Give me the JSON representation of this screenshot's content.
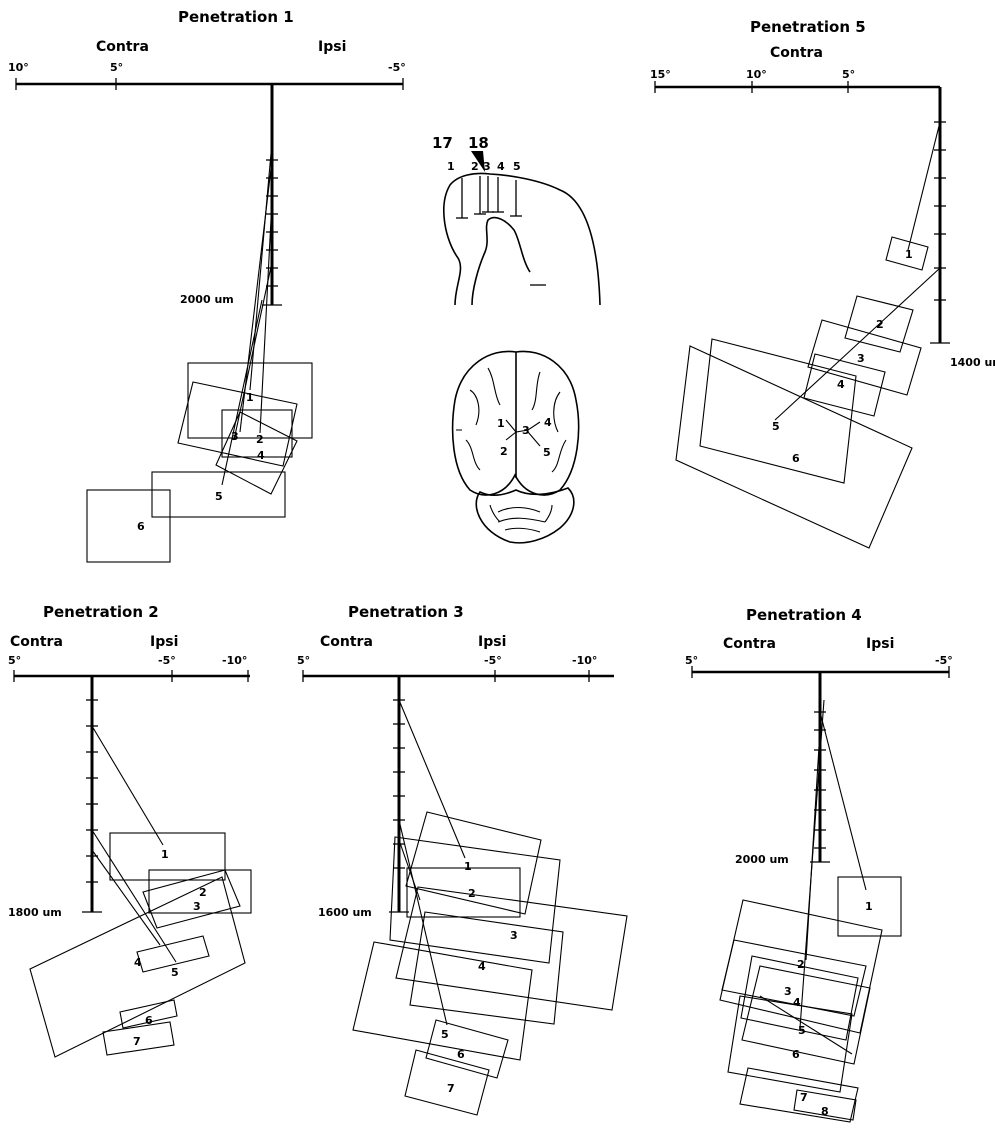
{
  "panels": {
    "p1": {
      "title": "Penetration 1",
      "contra": "Contra",
      "ipsi": "Ipsi",
      "ticks": [
        "10°",
        "5°",
        "-5°"
      ],
      "depth": "2000 um",
      "labels": [
        "1",
        "2",
        "3",
        "4",
        "5",
        "6"
      ]
    },
    "p5": {
      "title": "Penetration 5",
      "contra": "Contra",
      "ticks": [
        "15°",
        "10°",
        "5°"
      ],
      "depth": "1400 um",
      "labels": [
        "1",
        "2",
        "3",
        "4",
        "5",
        "6"
      ]
    },
    "p2": {
      "title": "Penetration 2",
      "contra": "Contra",
      "ipsi": "Ipsi",
      "ticks": [
        "5°",
        "-5°",
        "-10°"
      ],
      "depth": "1800 um",
      "labels": [
        "1",
        "2",
        "3",
        "4",
        "5",
        "6",
        "7"
      ]
    },
    "p3": {
      "title": "Penetration 3",
      "contra": "Contra",
      "ipsi": "Ipsi",
      "ticks": [
        "5°",
        "-5°",
        "-10°"
      ],
      "depth": "1600 um",
      "labels": [
        "1",
        "2",
        "3",
        "4",
        "5",
        "6",
        "7"
      ]
    },
    "p4": {
      "title": "Penetration 4",
      "contra": "Contra",
      "ipsi": "Ipsi",
      "ticks": [
        "5°",
        "-5°"
      ],
      "depth": "2000 um",
      "labels": [
        "1",
        "2",
        "3",
        "4",
        "5",
        "6",
        "7",
        "8"
      ]
    }
  },
  "inset": {
    "areas": [
      "17",
      "18"
    ],
    "sites": [
      "1",
      "2",
      "3",
      "4",
      "5"
    ],
    "brain_sites": [
      "1",
      "2",
      "3",
      "4",
      "5"
    ]
  }
}
